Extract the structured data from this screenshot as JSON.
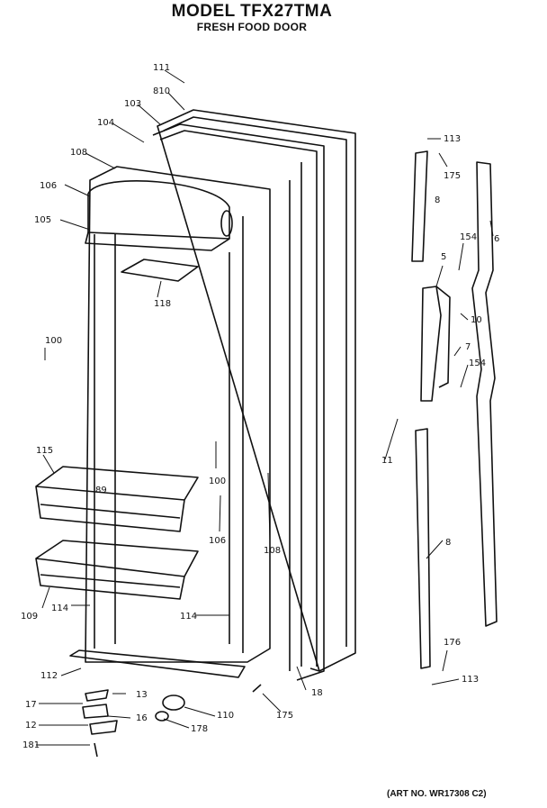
{
  "header": {
    "title": "MODEL TFX27TMA",
    "subtitle": "FRESH FOOD DOOR"
  },
  "footer": {
    "art_no": "(ART NO. WR17308 C2)"
  },
  "callouts": {
    "c111": "111",
    "c810": "810",
    "c103": "103",
    "c104": "104",
    "c108a": "108",
    "c106": "106",
    "c105": "105",
    "c118": "118",
    "c100a": "100",
    "c115": "115",
    "c89": "89",
    "c100b": "100",
    "c106b": "106",
    "c108b": "108",
    "c109": "109",
    "c114a": "114",
    "c114b": "114",
    "c112": "112",
    "c18": "18",
    "c13": "13",
    "c17": "17",
    "c16": "16",
    "c12": "12",
    "c181": "181",
    "c110": "110",
    "c178": "178",
    "c175a": "175",
    "c113a": "113",
    "c175b": "175",
    "c8a": "8",
    "c6": "6",
    "c154a": "154",
    "c5": "5",
    "c10": "10",
    "c7": "7",
    "c154b": "154",
    "c11": "11",
    "c8b": "8",
    "c176": "176",
    "c113b": "113"
  }
}
